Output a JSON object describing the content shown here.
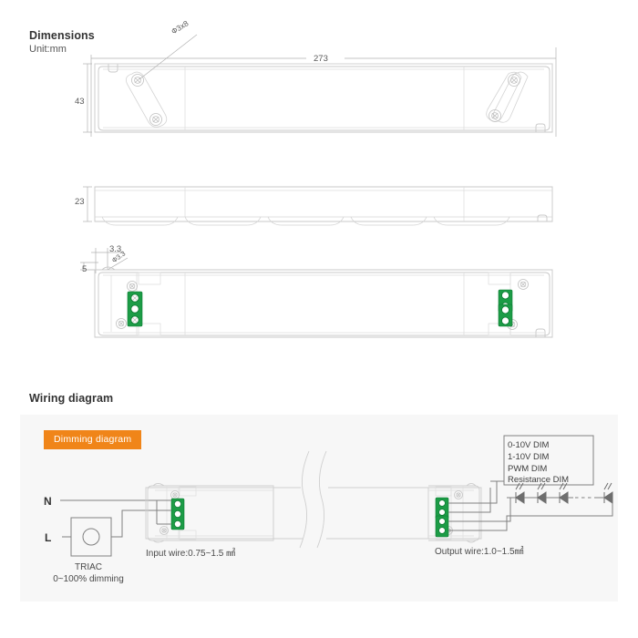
{
  "dimensions": {
    "title": "Dimensions",
    "unit": "Unit:mm",
    "labels": {
      "length": "273",
      "width": "43",
      "height": "23",
      "slot_width": "3.3",
      "slot_offset": "5",
      "screw_hole_top": "Ф3x8",
      "screw_hole_bottom": "Ф3.3"
    },
    "views": [
      {
        "name": "top-view",
        "dimension_callouts": [
          "273",
          "43",
          "Ф3x8"
        ]
      },
      {
        "name": "side-view",
        "dimension_callouts": [
          "23"
        ]
      },
      {
        "name": "bottom-view",
        "dimension_callouts": [
          "3.3",
          "5",
          "Ф3.3"
        ]
      }
    ]
  },
  "wiring": {
    "title": "Wiring diagram",
    "badge": "Dimming diagram",
    "input_terminals": [
      "N",
      "L"
    ],
    "triac": {
      "label": "TRIAC",
      "sublabel": "0~100% dimming"
    },
    "input_wire": "Input wire:0.75~1.5 ㎟",
    "output_wire": "Output wire:1.0~1.5㎟",
    "dim_options": [
      "0-10V DIM",
      "1-10V DIM",
      "PWM DIM",
      "Resistance DIM"
    ],
    "led_count": 4
  },
  "colors": {
    "accent_orange": "#f08519",
    "terminal_green": "#1c9c46",
    "panel_bg": "#f7f7f7",
    "line_gray": "#bdbdbd",
    "text_dark": "#333333"
  }
}
